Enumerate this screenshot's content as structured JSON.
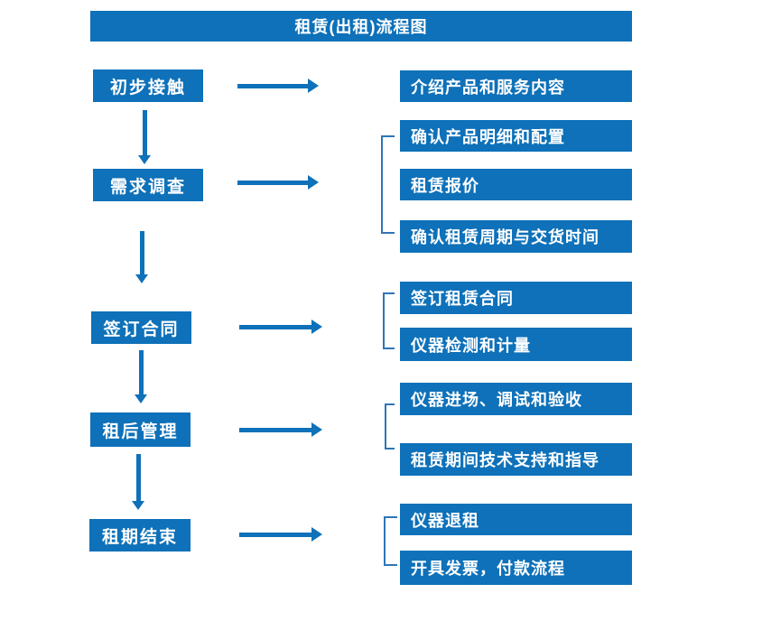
{
  "title": "租赁(出租)流程图",
  "colors": {
    "box_blue": "#0E71B9",
    "bracket_blue": "#2E75B6",
    "text_white": "#FFFFFF",
    "background": "#FFFFFF"
  },
  "groups": [
    {
      "stage": "初步接触",
      "items": [
        "介绍产品和服务内容"
      ]
    },
    {
      "stage": "需求调查",
      "items": [
        "确认产品明细和配置",
        "租赁报价",
        "确认租赁周期与交货时间"
      ]
    },
    {
      "stage": "签订合同",
      "items": [
        "签订租赁合同",
        "仪器检测和计量"
      ]
    },
    {
      "stage": "租后管理",
      "items": [
        "仪器进场、调试和验收",
        "租赁期间技术支持和指导"
      ]
    },
    {
      "stage": "租期结束",
      "items": [
        "仪器退租",
        "开具发票，付款流程"
      ]
    }
  ]
}
